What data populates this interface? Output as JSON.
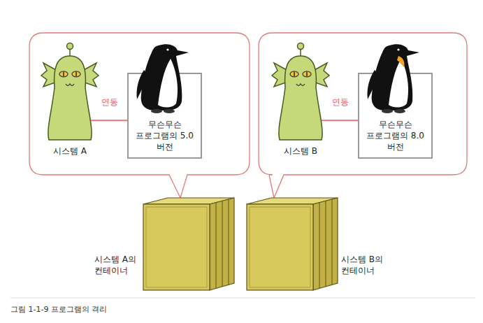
{
  "diagram": {
    "caption": "그림 1-1-9 프로그램의 격리",
    "nodes": [
      {
        "text": [
          "시스템 A"
        ]
      },
      {
        "text": [
          "무슨무슨 프로그램의 5.0 버전"
        ]
      },
      {
        "text": [
          "시스템 B"
        ]
      },
      {
        "text": [
          "무슨무슨 프로그램의 8.0 버전"
        ]
      },
      {
        "text": [
          "시스템 A의 컨테이너"
        ]
      },
      {
        "text": [
          "시스템 B의 컨테이너"
        ]
      }
    ],
    "edges": [
      {
        "from": 0,
        "to": 1,
        "arrow": "none",
        "label": "연동"
      },
      {
        "from": 2,
        "to": 3,
        "arrow": "none",
        "label": "연동"
      }
    ]
  }
}
